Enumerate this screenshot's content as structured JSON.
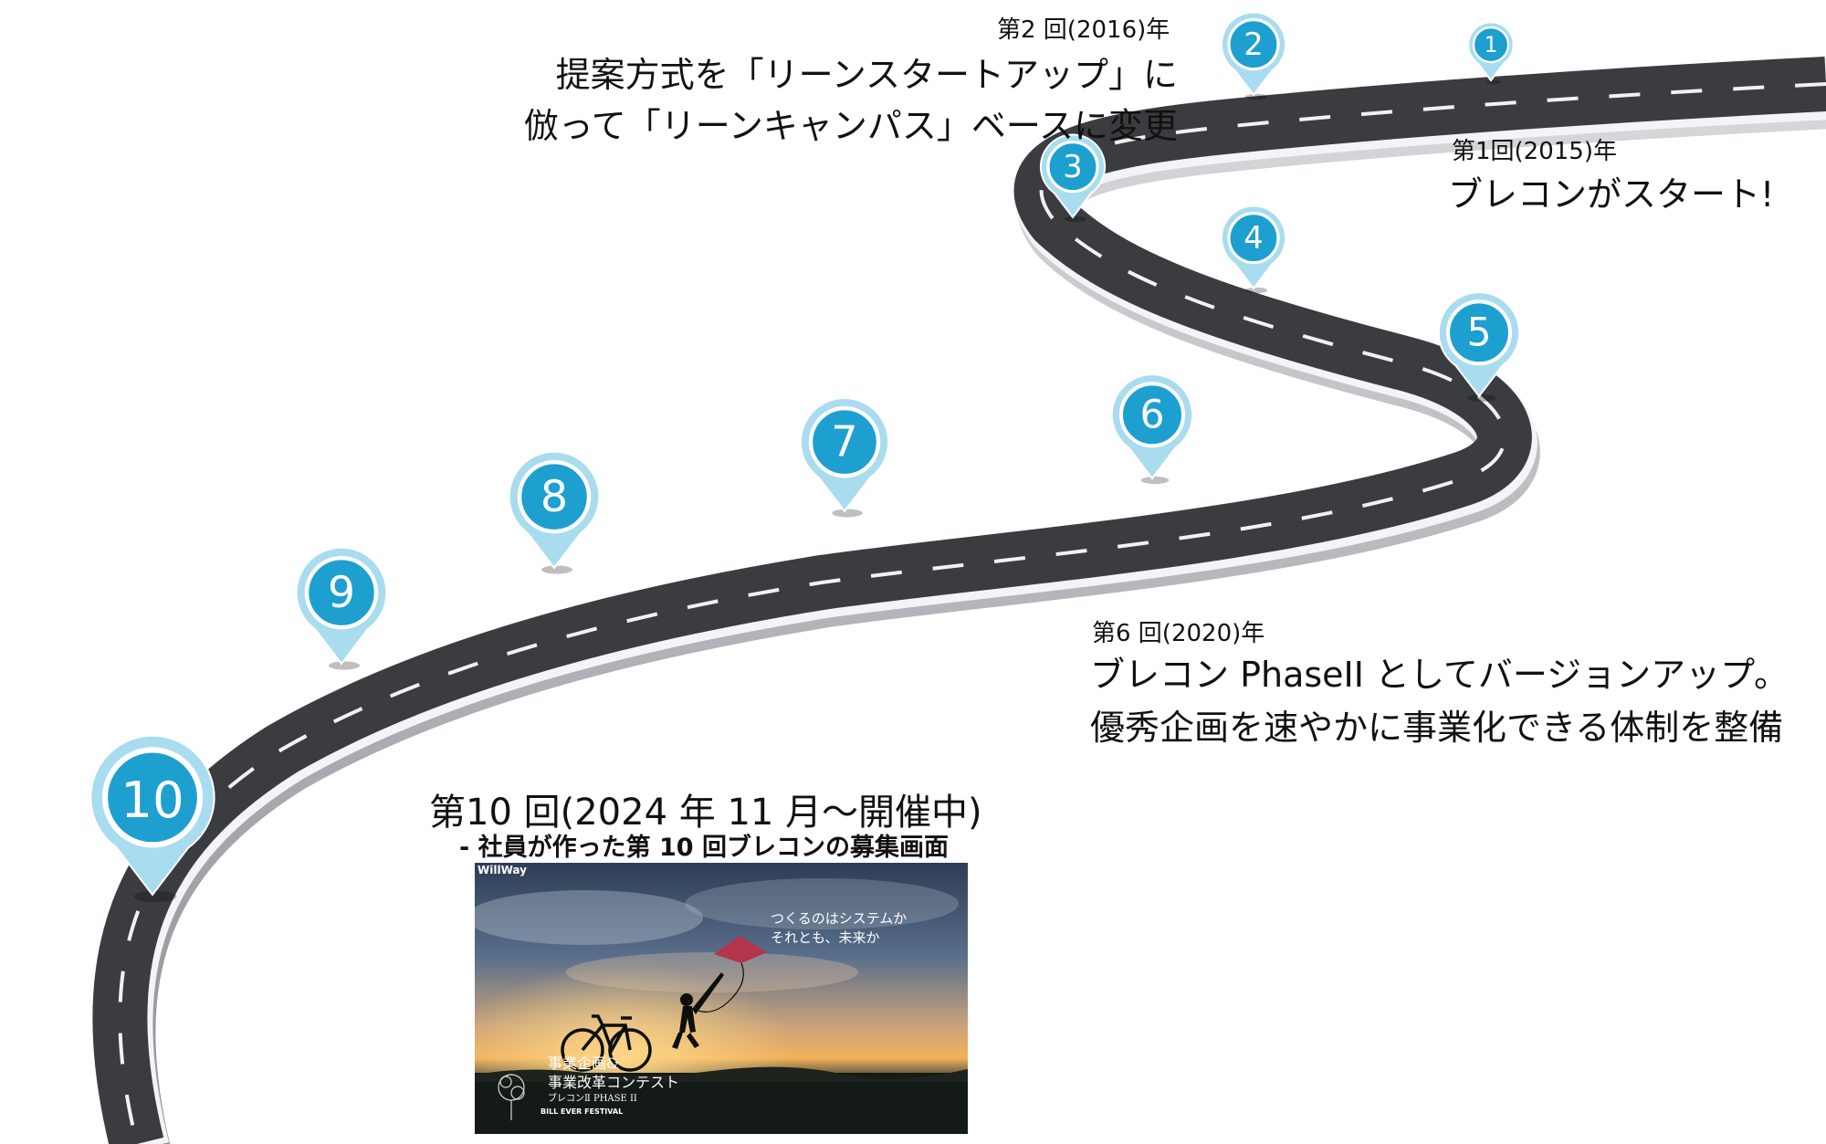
{
  "milestones": {
    "m1": {
      "heading": "第1回(2015)年",
      "line1": "ブレコンがスタート!"
    },
    "m2": {
      "heading": "第2 回(2016)年",
      "line1": "提案方式を「リーンスタートアップ」に",
      "line2": "倣って「リーンキャンパス」ベースに変更"
    },
    "m6": {
      "heading": "第6 回(2020)年",
      "line1": "ブレコン PhaseII としてバージョンアップ。",
      "line2": "優秀企画を速やかに事業化できる体制を整備"
    },
    "m10": {
      "heading": "第10 回(2024 年 11 月〜開催中)",
      "caption": "- 社員が作った第 10 回ブレコンの募集画面"
    }
  },
  "pins": [
    "1",
    "2",
    "3",
    "4",
    "5",
    "6",
    "7",
    "8",
    "9",
    "10"
  ],
  "promo": {
    "brand": "WillWay",
    "tagline1": "つくるのはシステムか",
    "tagline2": "それとも、未来か",
    "title1": "事業企画&",
    "title2": "事業改革コンテスト",
    "subtitle": "ブレコンⅡ PHASE II",
    "logo": "BILL EVER FESTIVAL"
  },
  "colors": {
    "road": "#3b3c40",
    "edge": "#b8babe",
    "pin": "#1d9fd0",
    "pin_halo": "#a9dcef"
  }
}
